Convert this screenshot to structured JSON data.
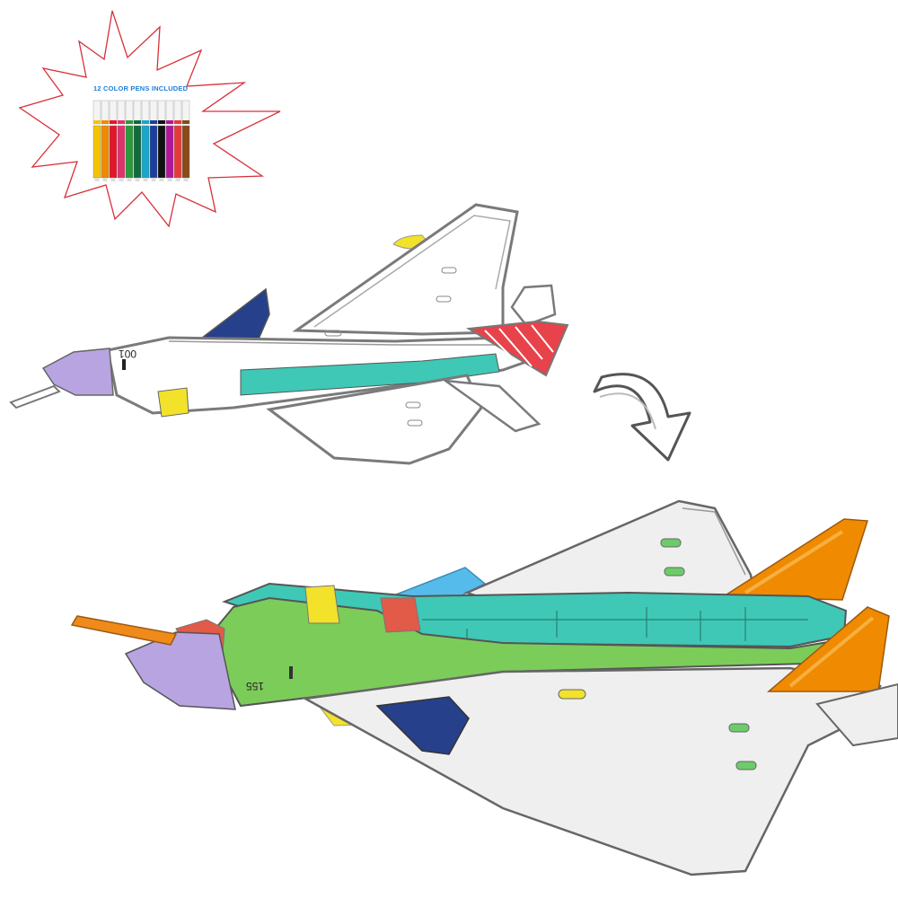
{
  "badge": {
    "caption": "12 COLOR PENS INCLUDED",
    "pen_colors": [
      "#f5c400",
      "#f08a00",
      "#e3162b",
      "#e0326e",
      "#2a9a3a",
      "#0f6b3e",
      "#1aa6c8",
      "#1a3f9e",
      "#111111",
      "#b0169a",
      "#e43a3a",
      "#8a4a1a"
    ]
  },
  "plane_uncolored": {
    "tail_number": "001",
    "colors": {
      "nose": "#b7a4e0",
      "canard": "#27408b",
      "cockpit_patch": "#f2e22a",
      "fuselage_stripe": "#3fc8b6",
      "fin": "#e8424a",
      "outline": "#7a7a7a",
      "pod": "#f2e22a"
    }
  },
  "plane_colored": {
    "tail_number": "155",
    "colors": {
      "nose": "#b7a4e0",
      "nose_probe": "#f08a1a",
      "red_panels": "#e25a48",
      "body_green": "#7ccc5a",
      "body_teal": "#3fc8b6",
      "cockpit": "#f2e22a",
      "canard": "#27408b",
      "cyan_fin": "#55bbea",
      "wing": "#efefef",
      "fins": "#f08a00",
      "slot_green": "#6ccc6a",
      "slot_yellow": "#f2e22a",
      "pod": "#f2e22a"
    }
  },
  "arrow_icon": "curved-arrow-down-right"
}
